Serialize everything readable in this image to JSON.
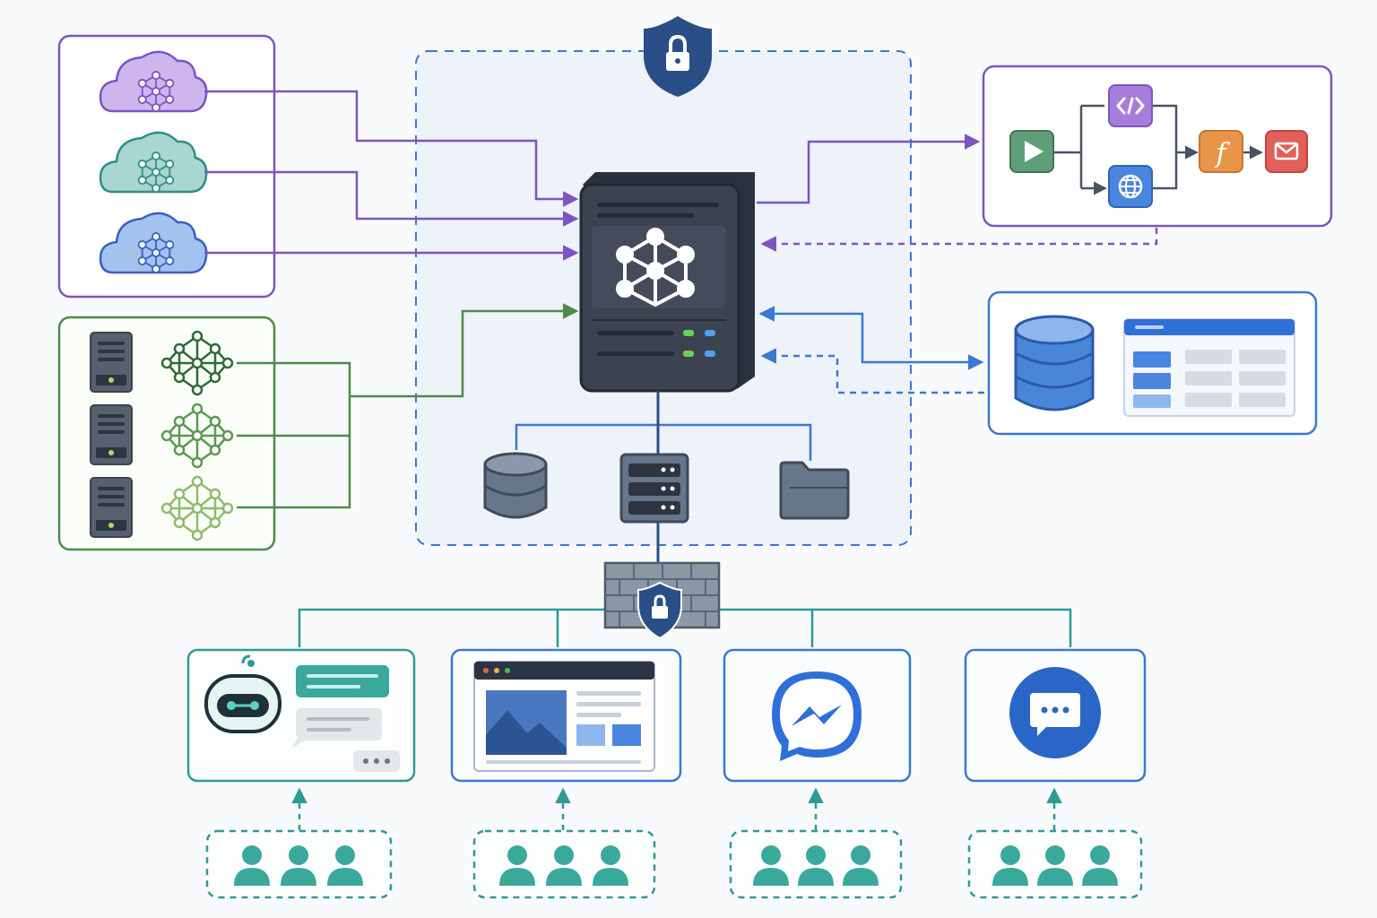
{
  "colors": {
    "background": "#f8fafb",
    "purple": "#7c55c2",
    "purple_light": "#cdb6ee",
    "teal_cloud": "#a9d6d0",
    "blue_cloud": "#a4c2ee",
    "green": "#4f8a4a",
    "blue": "#3a79d0",
    "dark_blue": "#2a4f86",
    "teal": "#2f9a96",
    "server_dark": "#3b4250",
    "gray": "#67768a",
    "zone_fill": "#eef2f9",
    "play_green": "#5e9e78",
    "func_orange": "#e8954a",
    "mail_red": "#e2605a",
    "messenger_blue": "#2f6fd8",
    "chat_blue": "#2a66c8"
  },
  "icons": {
    "security_shield": "lock-shield-icon",
    "central_server": "ai-server-icon",
    "cloud_ai": "cloud-network-icon",
    "local_node": "server-tower-icon",
    "neural_net": "neural-network-icon",
    "workflow_start": "play-icon",
    "workflow_code": "code-icon",
    "workflow_web": "globe-icon",
    "workflow_function": "function-icon",
    "workflow_email": "mail-icon",
    "database": "database-icon",
    "spreadsheet": "table-icon",
    "storage_db": "database-icon",
    "storage_rack": "server-rack-icon",
    "storage_folder": "folder-icon",
    "firewall": "firewall-icon",
    "bot": "robot-icon",
    "web": "browser-window-icon",
    "messenger": "messenger-icon",
    "chat": "chat-bubble-icon",
    "users": "user-group-icon"
  },
  "workflow": {
    "function_glyph": "f"
  },
  "channels": [
    {
      "id": "bot",
      "icon": "robot-icon"
    },
    {
      "id": "web",
      "icon": "browser-window-icon"
    },
    {
      "id": "messenger",
      "icon": "messenger-icon"
    },
    {
      "id": "chat",
      "icon": "chat-bubble-icon"
    }
  ]
}
